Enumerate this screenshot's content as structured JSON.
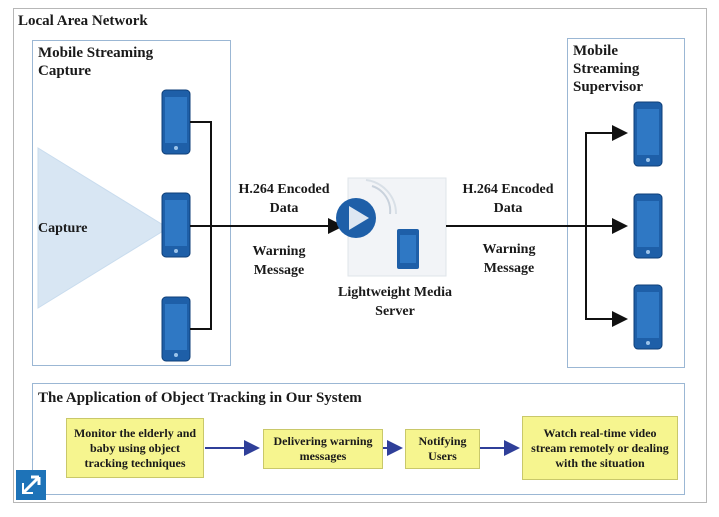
{
  "lan": {
    "title": "Local Area Network"
  },
  "capture_panel": {
    "title": "Mobile Streaming Capture",
    "triangle_label": "Capture"
  },
  "supervisor_panel": {
    "title": "Mobile Streaming Supervisor"
  },
  "left_link": {
    "data_label": "H.264 Encoded Data",
    "warning_label": "Warning Message"
  },
  "right_link": {
    "data_label": "H.264 Encoded Data",
    "warning_label": "Warning Message"
  },
  "server": {
    "label": "Lightweight Media Server"
  },
  "flow_panel": {
    "title": "The Application of Object Tracking in Our System",
    "steps": [
      "Monitor the elderly and baby using object tracking techniques",
      "Delivering warning messages",
      "Notifying Users",
      "Watch real-time video stream remotely or dealing with the situation"
    ]
  },
  "colors": {
    "frame": "#9bb7d4",
    "phone": "#1e5fa8",
    "step_box": "#f6f58f",
    "capture_triangle": "#d8e6f3"
  }
}
